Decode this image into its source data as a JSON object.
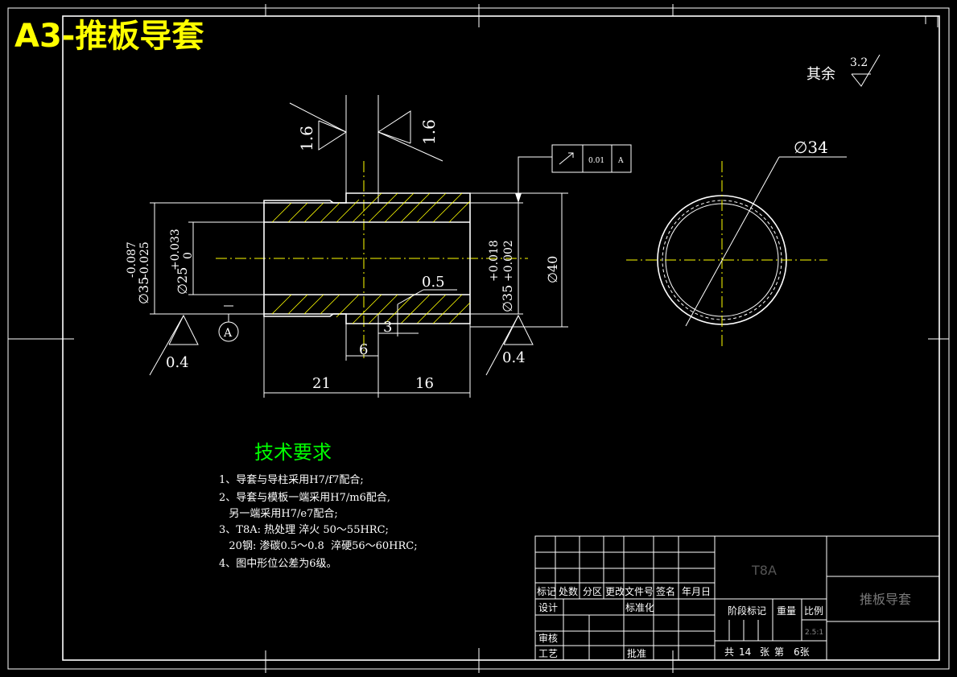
{
  "title": "A3-推板导套",
  "surface_rest": {
    "prefix": "其余",
    "value": "3.2"
  },
  "roughness": {
    "r1": "1.6",
    "r2": "1.6",
    "r3": "0.4",
    "r4": "0.4",
    "r5": "0.5"
  },
  "datum": "A",
  "tolerance_frame": {
    "value": "0.01",
    "datum": "A"
  },
  "dims": {
    "outer_left": "∅35",
    "outer_left_up": "-0.025",
    "outer_left_lo": "-0.087",
    "bore": "∅25",
    "bore_up": "+0.033",
    "bore_lo": "0",
    "right_dia": "∅35",
    "right_up": "+0.018",
    "right_lo": "+0.002",
    "flange": "∅40",
    "len_left": "21",
    "len_right": "16",
    "groove_w": "6",
    "groove_d": "3",
    "circle": "∅34"
  },
  "tech": {
    "heading": "技术要求",
    "lines": [
      "1、导套与导柱采用H7/f7配合;",
      "2、导套与模板一端采用H7/m6配合,",
      "   另一端采用H7/e7配合;",
      "3、T8A: 热处理 淬火 50～55HRC;",
      "   20钢: 渗碳0.5～0.8  淬硬56～60HRC;",
      "4、图中形位公差为6级。"
    ]
  },
  "title_block": {
    "material": "T8A",
    "name": "推板导套",
    "h_biaoji": "标记",
    "h_chushu": "处数",
    "h_fenqu": "分区",
    "h_gengai": "更改文件号",
    "h_qianming": "签名",
    "h_nianyueri": "年月日",
    "sheji": "设计",
    "biaozhunhua": "标准化",
    "shenhe": "审核",
    "gongyi": "工艺",
    "pizhun": "批准",
    "jieduan": "阶段标记",
    "zhongliang": "重量",
    "bili": "比例",
    "scale": "2.5:1",
    "gong": "共",
    "total": "14",
    "zhang": "张",
    "di": "第",
    "sheet": "6张"
  }
}
